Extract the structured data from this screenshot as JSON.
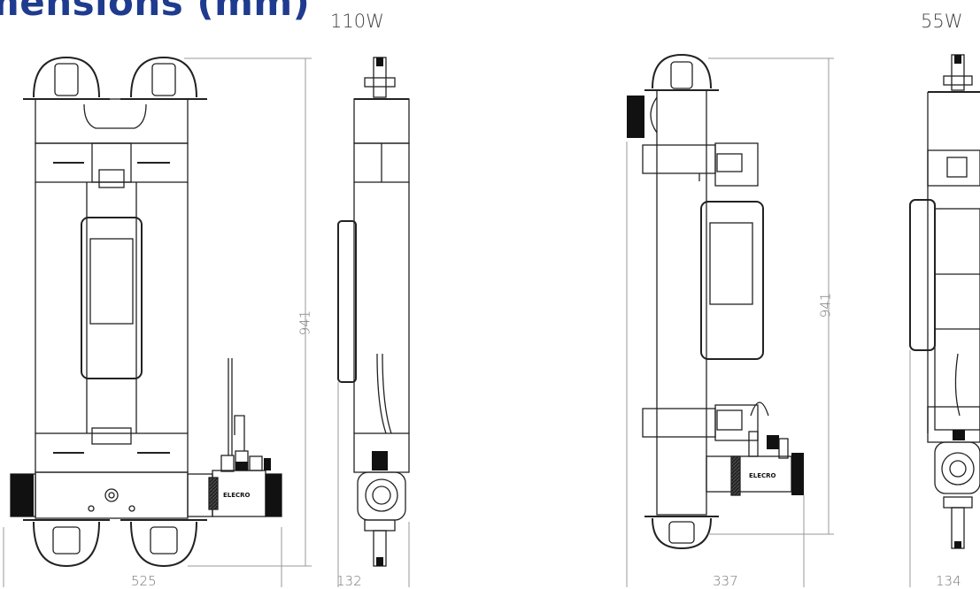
{
  "title": "mensions (mm)",
  "colors": {
    "title": "#1e3b8f",
    "stroke": "#222222",
    "dim_line": "#9a9a9a",
    "label": "#777777"
  },
  "models": [
    {
      "watt_label": "110W",
      "height_label": "941",
      "front_width_label": "525",
      "side_width_label": "132"
    },
    {
      "watt_label": "55W",
      "height_label": "941",
      "front_width_label": "337",
      "side_width_label": "134"
    }
  ],
  "brand_text": "ELECRO"
}
